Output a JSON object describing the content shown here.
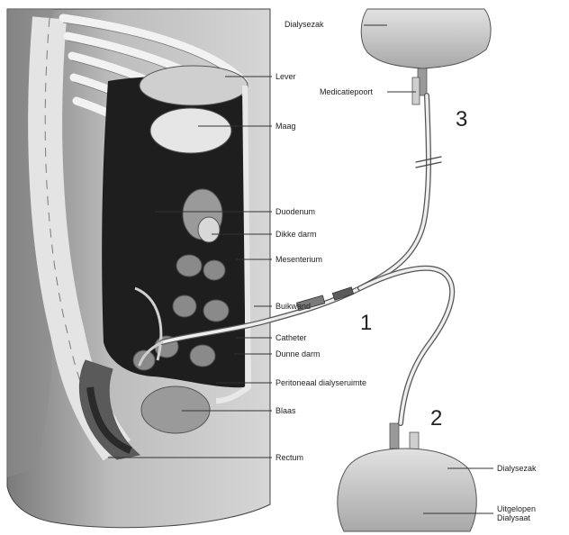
{
  "labels": {
    "bag_top": "Dialysezak",
    "liver": "Lever",
    "med_port": "Medicatiepoort",
    "stomach": "Maag",
    "duodenum": "Duodenum",
    "colon": "Dikke darm",
    "mesentery": "Mesenterium",
    "abdominal_wall": "Buikwand",
    "catheter": "Catheter",
    "small_intestine": "Dunne darm",
    "peritoneal_cavity": "Peritoneaal dialyseruimte",
    "bladder": "Blaas",
    "rectum": "Rectum",
    "bag_bottom": "Dialysezak",
    "drained_line1": "Uitgelopen",
    "drained_line2": "Dialysaat"
  },
  "steps": {
    "one": "1",
    "two": "2",
    "three": "3"
  },
  "colors": {
    "outline": "#333333",
    "tissue_light": "#d8d8d8",
    "tissue_mid": "#9a9a9a",
    "cavity_dark": "#1e1e1e",
    "bag_fill": "#b8b8b8"
  }
}
